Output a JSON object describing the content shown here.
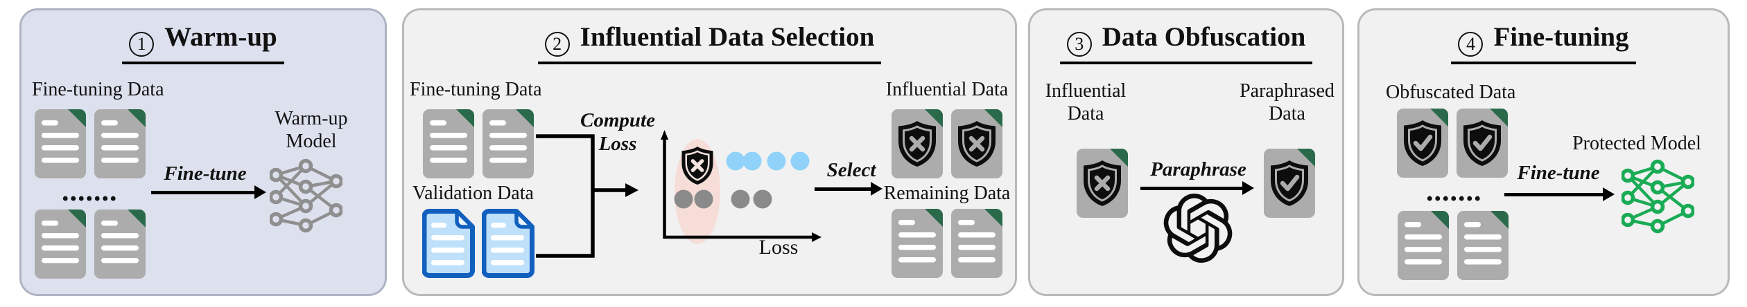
{
  "figure": {
    "type": "four-stage-pipeline-diagram"
  },
  "colors": {
    "panel1_bg": "#DDE1EE",
    "panel_bg": "#F1F1F1",
    "panel_border": "#B9B9B9",
    "doc_gray": "#ACACAC",
    "doc_fold_green": "#2A6A4B",
    "doc_blue_border": "#1260BE",
    "doc_blue_body": "#BEE0FB",
    "shield_black": "#0D0D0D",
    "dot_blue": "#90D2F9",
    "dot_gray": "#8A8A8A",
    "highlight_pink": "#F6DDD8",
    "nn_gray": "#8F8F8F",
    "nn_green": "#1AAB55",
    "text_black": "#111111"
  },
  "icons": {
    "gray-document-icon": "gray file with dark-green folded corner and white text lines",
    "blue-document-icon": "blue-outlined file, light-blue body, white text lines",
    "shield-cross-document-icon": "gray file with black shield badge containing a cross",
    "shield-check-document-icon": "gray file with black shield badge containing a checkmark",
    "shield-cross-icon": "black shield badge with cross (scatter point)",
    "neural-network-icon": "3-4-2 layered node graph",
    "openai-logo-icon": "black hexagonal knot logo",
    "ellipsis-dots": "......."
  },
  "panels": {
    "warmup": {
      "number": "1",
      "title": "Warm-up",
      "finetuning_data_label": "Fine-tuning Data",
      "dots": ".......",
      "arrow_label": "Fine-tune",
      "model_label_line1": "Warm-up",
      "model_label_line2": "Model"
    },
    "selection": {
      "number": "2",
      "title": "Influential Data Selection",
      "finetuning_data_label": "Fine-tuning Data",
      "validation_data_label": "Validation Data",
      "compute_label_line1": "Compute",
      "compute_label_line2": "Loss",
      "plot_xlabel": "Loss",
      "select_label": "Select",
      "influential_data_label": "Influential Data",
      "remaining_data_label": "Remaining Data"
    },
    "obfuscation": {
      "number": "3",
      "title": "Data Obfuscation",
      "influential_label_line1": "Influential",
      "influential_label_line2": "Data",
      "paraphrase_label": "Paraphrase",
      "paraphrased_label_line1": "Paraphrased",
      "paraphrased_label_line2": "Data"
    },
    "finetuning": {
      "number": "4",
      "title": "Fine-tuning",
      "obfuscated_data_label": "Obfuscated Data",
      "dots": ".......",
      "arrow_label": "Fine-tune",
      "protected_model_label": "Protected Model"
    }
  }
}
